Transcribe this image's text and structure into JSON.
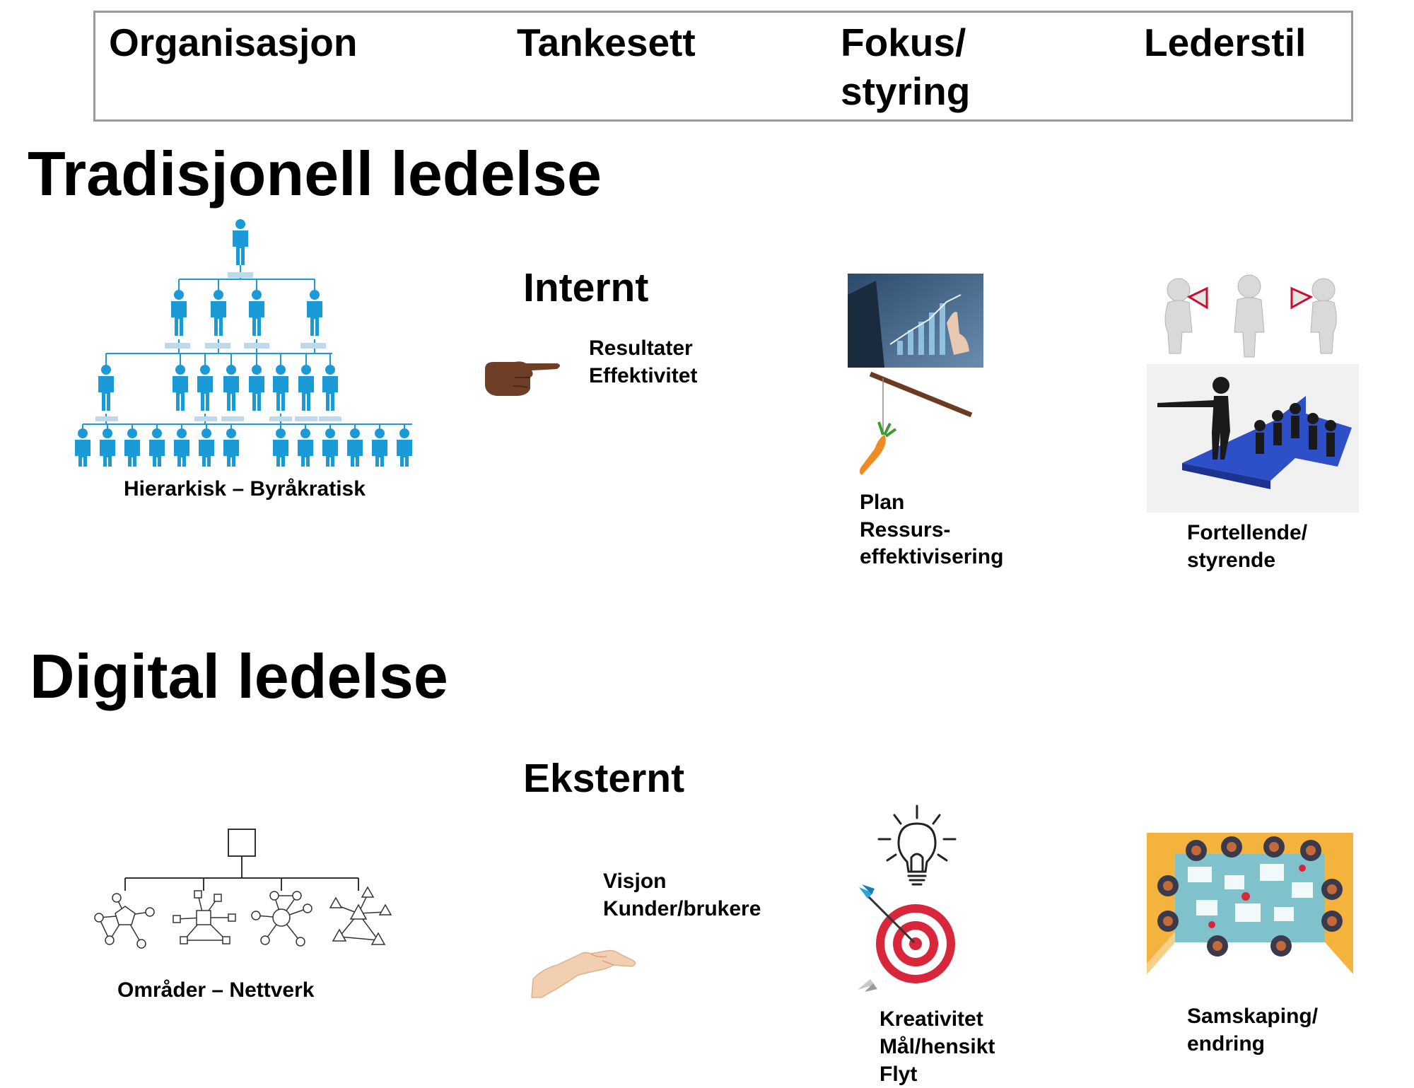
{
  "header": {
    "col1": "Organisasjon",
    "col2": "Tankesett",
    "col3_line1": "Fokus/",
    "col3_line2": "styring",
    "col4": "Lederstil"
  },
  "traditional": {
    "title": "Tradisjonell ledelse",
    "org_label": "Hierarkisk – Byråkratisk",
    "mindset_title": "Internt",
    "mindset_line1": "Resultater",
    "mindset_line2": "Effektivitet",
    "focus_line1": "Plan",
    "focus_line2": "Ressurs-",
    "focus_line3": "effektivisering",
    "style_line1": "Fortellende/",
    "style_line2": "styrende"
  },
  "digital": {
    "title": "Digital ledelse",
    "org_label": "Områder – Nettverk",
    "mindset_title": "Eksternt",
    "mindset_line1": "Visjon",
    "mindset_line2": "Kunder/brukere",
    "focus_line1": "Kreativitet",
    "focus_line2": "Mål/hensikt",
    "focus_line3": "Flyt",
    "style_line1": "Samskaping/",
    "style_line2": "endring"
  },
  "colors": {
    "hierarchy_blue": "#1a9ad6",
    "target_red": "#d8263a",
    "arrow_blue": "#2d4fc8",
    "table_orange": "#f3b33d"
  },
  "icons": {
    "org_traditional": "hierarchy-people-icon",
    "org_digital": "network-org-icon",
    "mindset_traditional": "pointing-hand-icon",
    "mindset_digital": "open-hand-icon",
    "focus_traditional": "business-chart-carrot-stick-icon",
    "focus_digital": "lightbulb-target-icon",
    "style_traditional": "megaphone-leader-icon",
    "style_digital": "collaboration-table-icon"
  }
}
